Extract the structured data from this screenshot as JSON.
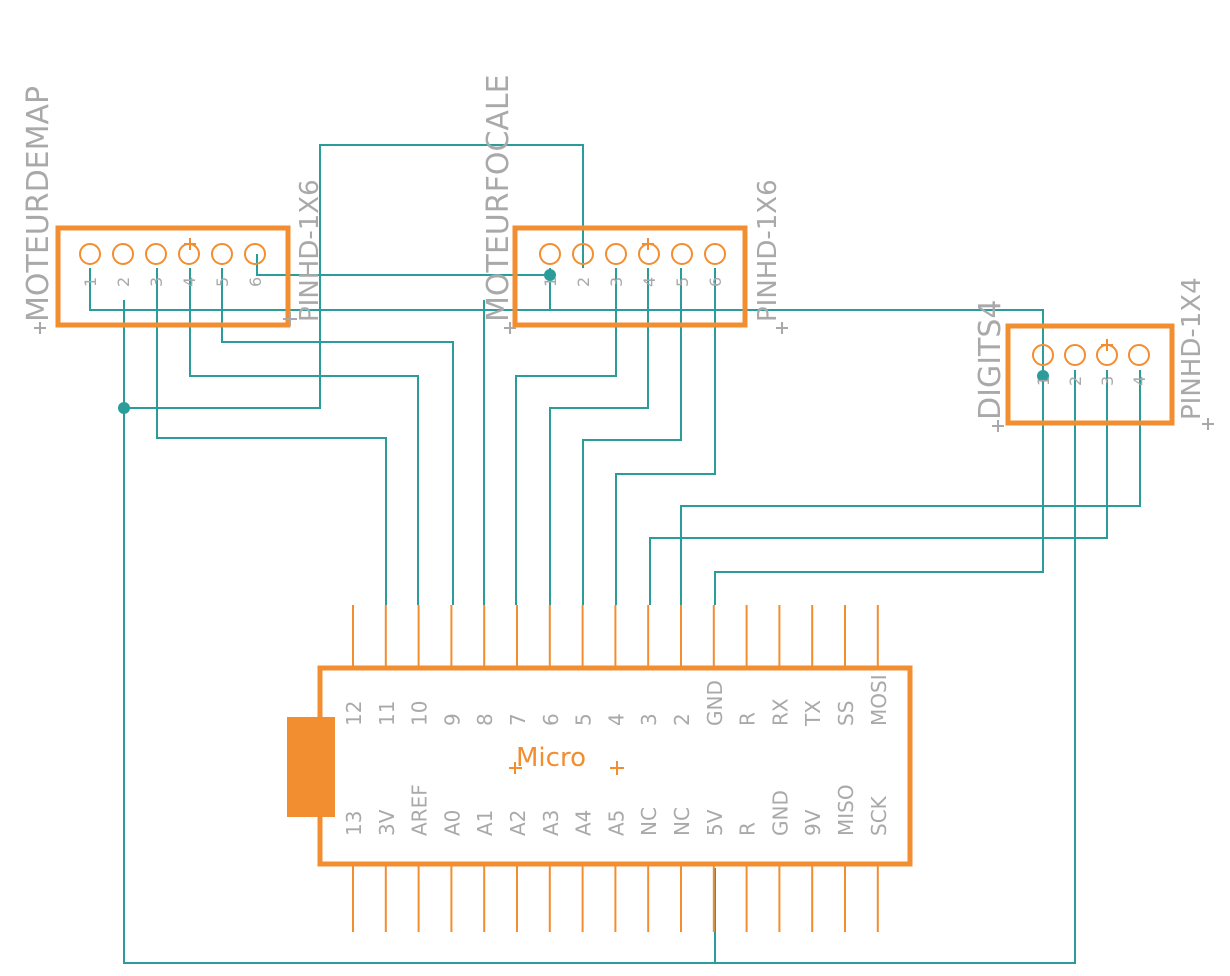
{
  "components": {
    "moteur_demap": {
      "name": "MOTEURDEMAP",
      "value": "PINHD-1X6",
      "pins": [
        "1",
        "2",
        "3",
        "4",
        "5",
        "6"
      ]
    },
    "moteur_focale": {
      "name": "MOTEURFOCALE",
      "value": "PINHD-1X6",
      "pins": [
        "1",
        "2",
        "3",
        "4",
        "5",
        "6"
      ]
    },
    "digits4": {
      "name": "DIGITS4",
      "value": "PINHD-1X4",
      "pins": [
        "1",
        "2",
        "3",
        "4"
      ]
    },
    "micro": {
      "label": "Micro",
      "top_pins": [
        "12",
        "11",
        "10",
        "9",
        "8",
        "7",
        "6",
        "5",
        "4",
        "3",
        "2",
        "GND",
        "R",
        "RX",
        "TX",
        "SS",
        "MOSI"
      ],
      "bottom_pins": [
        "13",
        "3V",
        "AREF",
        "A0",
        "A1",
        "A2",
        "A3",
        "A4",
        "A5",
        "NC",
        "NC",
        "5V",
        "R",
        "GND",
        "9V",
        "MISO",
        "SCK"
      ]
    }
  },
  "colors": {
    "part": "#f28e30",
    "wire": "#2a9d9a",
    "label": "#a9a9a9"
  }
}
